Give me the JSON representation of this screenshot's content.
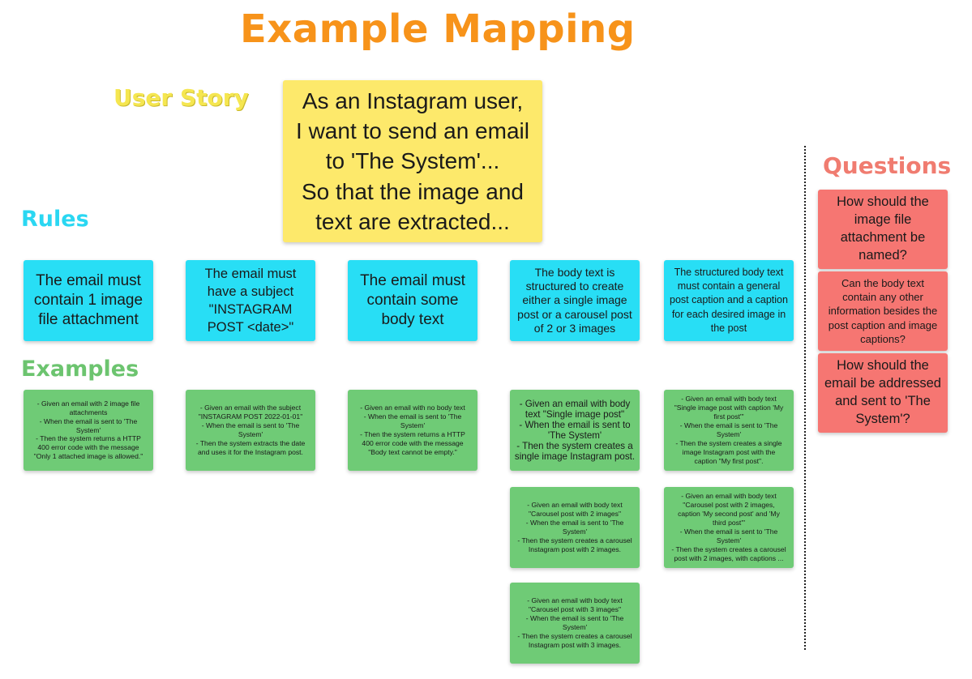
{
  "board": {
    "title": "Example Mapping"
  },
  "headings": {
    "user_story": "User Story",
    "rules": "Rules",
    "examples": "Examples",
    "questions": "Questions"
  },
  "colors": {
    "title": "#f7931a",
    "user_story": "#fde96b",
    "rules": "#28def5",
    "examples": "#6fcb76",
    "questions": "#f67672"
  },
  "user_story": {
    "text": "As an Instagram user,\nI want to send an email\nto 'The System'...\nSo that the image and\ntext are extracted..."
  },
  "rules": [
    {
      "text": "The email must\ncontain 1 image\nfile attachment"
    },
    {
      "text": "The email must\nhave a subject\n\"INSTAGRAM\nPOST <date>\""
    },
    {
      "text": "The email must\ncontain some\nbody text"
    },
    {
      "text": "The body text is\nstructured to create\neither a single image\npost or a carousel post\nof 2 or 3 images"
    },
    {
      "text": "The structured body text\nmust contain a general\npost caption and a caption\nfor each desired image in\nthe post"
    }
  ],
  "examples": [
    {
      "text": "- Given an email with 2 image file\nattachments\n- When the email is sent to 'The\nSystem'\n- Then the system returns a HTTP\n400 error code with the message\n\"Only 1 attached image is allowed.\""
    },
    {
      "text": "- Given an email with the subject\n\"INSTAGRAM POST 2022-01-01\"\n- When the email is sent to 'The\nSystem'\n- Then the system  extracts the date\nand uses it for the Instagram post."
    },
    {
      "text": "- Given an email with no body text\n- When the email is sent to 'The\nSystem'\n- Then the system returns a HTTP\n400 error code with the message\n\"Body text cannot be empty.\""
    },
    {
      "text": "- Given an email with body\ntext \"Single image post\"\n- When the email is sent to\n'The System'\n- Then the system creates a\nsingle image Instagram post."
    },
    {
      "text": "- Given an email with body text\n\"Carousel post with 2 images\"\n- When the email is sent to 'The\nSystem'\n- Then the system creates a carousel\nInstagram post with 2 images."
    },
    {
      "text": "- Given an email with body text\n\"Carousel post with 3 images\"\n- When the email is sent to 'The\nSystem'\n- Then the system creates a carousel\nInstagram post with 3 images."
    },
    {
      "text": "- Given an email with body text\n\"Single image post with caption 'My\nfirst post'\"\n- When the email is sent to 'The\nSystem'\n- Then the system creates a single\nimage Instagram post with the\ncaption \"My first post\"."
    },
    {
      "text": "- Given an email with body text\n\"Carousel post with 2 images,\ncaption 'My second post' and 'My\nthird post'\"\n- When the email is sent to 'The\nSystem'\n- Then the system creates a carousel\npost with 2 images, with captions ..."
    }
  ],
  "questions": [
    {
      "text": "How should the\nimage file\nattachment be\nnamed?"
    },
    {
      "text": "Can the body text\ncontain any other\ninformation besides the\npost caption and image\ncaptions?"
    },
    {
      "text": "How should the\nemail be addressed\nand sent to 'The\nSystem'?"
    }
  ]
}
